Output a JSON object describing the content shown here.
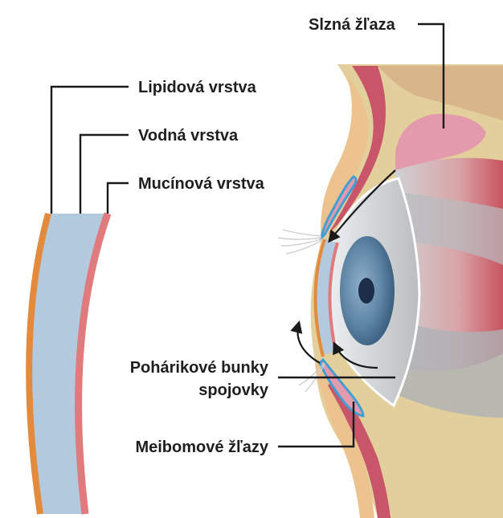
{
  "labels": {
    "lacrimal_gland": "Slzná žľaza",
    "lipid_layer": "Lipidová vrstva",
    "aqueous_layer": "Vodná vrstva",
    "mucin_layer": "Mucínová vrstva",
    "goblet_cells_line1": "Pohárikové bunky",
    "goblet_cells_line2": "spojovky",
    "meibomian_glands": "Meibomové žľazy"
  },
  "colors": {
    "lipid": "#e38a3c",
    "aqueous": "#b2c9de",
    "mucin": "#e07a7d",
    "eyelid_skin": "#ecc38e",
    "eyelid_muscle": "#c8556a",
    "orbit_fat": "#e3cf9b",
    "lacrimal_gland": "#e49aad",
    "sclera": "#c9ccce",
    "iris": "#5f86a6",
    "pupil": "#1c2e48",
    "gland_duct": "#3f9fd3"
  }
}
